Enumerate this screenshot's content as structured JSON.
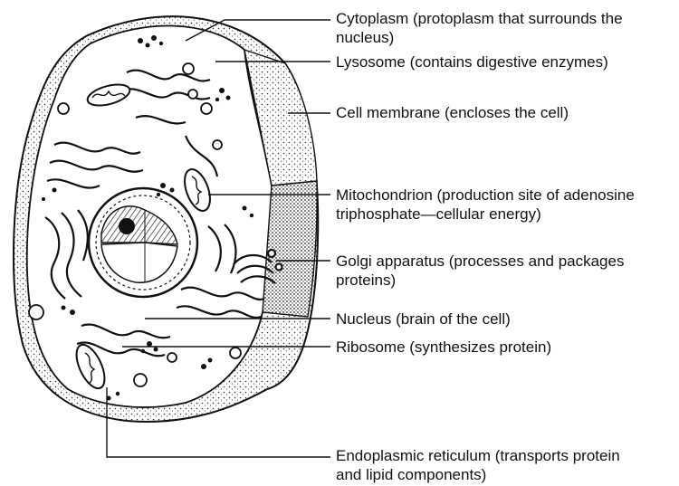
{
  "diagram": {
    "labels": [
      {
        "id": "cytoplasm",
        "lines": [
          "Cytoplasm (protoplasm that surrounds the",
          "nucleus)"
        ]
      },
      {
        "id": "lysosome",
        "lines": [
          "Lysosome (contains digestive enzymes)"
        ]
      },
      {
        "id": "cell-membrane",
        "lines": [
          "Cell membrane (encloses the cell)"
        ]
      },
      {
        "id": "mitochondrion",
        "lines": [
          "Mitochondrion (production site of adenosine",
          "triphosphate—cellular energy)"
        ]
      },
      {
        "id": "golgi-apparatus",
        "lines": [
          "Golgi apparatus (processes and packages",
          "proteins)"
        ]
      },
      {
        "id": "nucleus",
        "lines": [
          "Nucleus (brain of the cell)"
        ]
      },
      {
        "id": "ribosome",
        "lines": [
          "Ribosome (synthesizes protein)"
        ]
      },
      {
        "id": "endoplasmic-reticulum",
        "lines": [
          "Endoplasmic reticulum (transports protein",
          "and lipid components)"
        ]
      }
    ]
  }
}
